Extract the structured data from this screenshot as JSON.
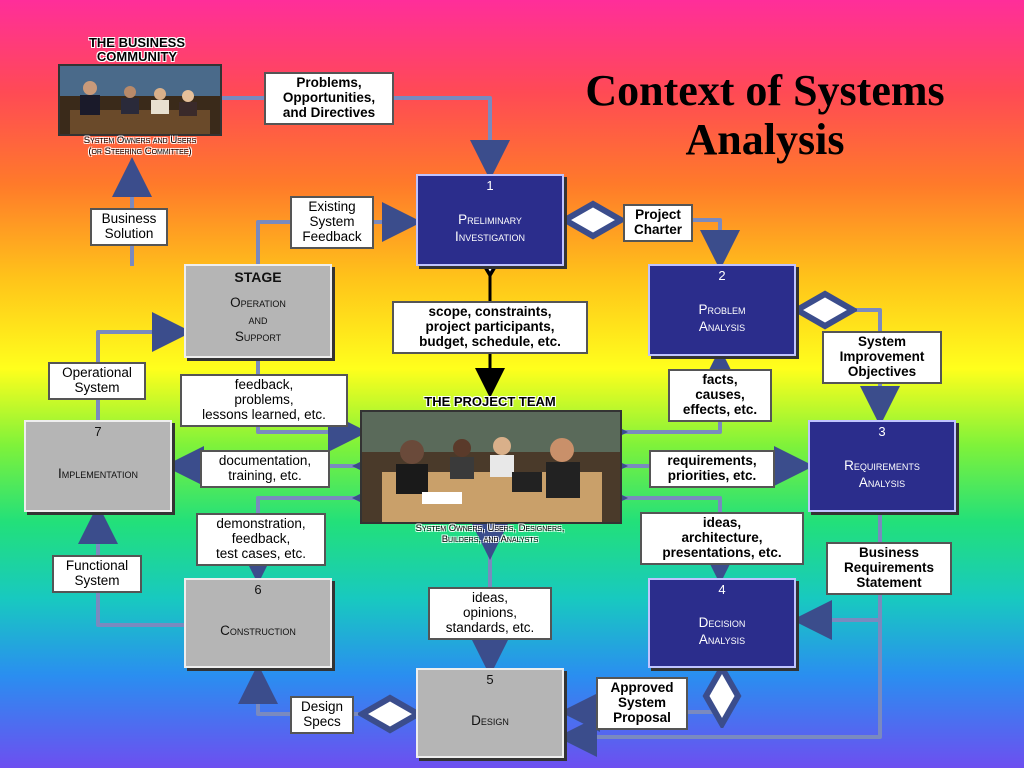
{
  "title": "Context of Systems Analysis",
  "business_community": {
    "title": "THE BUSINESS COMMUNITY",
    "subtitle": "System Owners and Users\n(or Steering Committee)"
  },
  "project_team": {
    "title": "THE PROJECT TEAM",
    "subtitle": "System Owners, Users, Designers,\nBuilders, and Analysts"
  },
  "stages": {
    "s1": {
      "num": "1",
      "name": "Preliminary\nInvestigation"
    },
    "s2": {
      "num": "2",
      "name": "Problem\nAnalysis"
    },
    "s3": {
      "num": "3",
      "name": "Requirements\nAnalysis"
    },
    "s4": {
      "num": "4",
      "name": "Decision\nAnalysis"
    },
    "s5": {
      "num": "5",
      "name": "Design"
    },
    "s6": {
      "num": "6",
      "name": "Construction"
    },
    "s7": {
      "num": "7",
      "name": "Implementation"
    },
    "stage": {
      "head": "STAGE",
      "name": "Operation\nand\nSupport"
    }
  },
  "labels": {
    "problems": "Problems,\nOpportunities,\nand Directives",
    "existing": "Existing\nSystem\nFeedback",
    "charter": "Project\nCharter",
    "business_solution": "Business\nSolution",
    "scope": "scope, constraints,\nproject participants,\nbudget, schedule, etc.",
    "improvement": "System\nImprovement\nObjectives",
    "operational": "Operational\nSystem",
    "feedback": "feedback,\nproblems,\nlessons learned, etc.",
    "facts": "facts,\ncauses,\neffects, etc.",
    "documentation": "documentation,\ntraining, etc.",
    "requirements": "requirements,\npriorities, etc.",
    "demonstration": "demonstration,\nfeedback,\ntest cases, etc.",
    "ideas_arch": "ideas,\narchitecture,\npresentations, etc.",
    "brs": "Business\nRequirements\nStatement",
    "functional": "Functional\nSystem",
    "ideas_opinions": "ideas,\nopinions,\nstandards, etc.",
    "approved": "Approved\nSystem\nProposal",
    "design_specs": "Design\nSpecs"
  }
}
